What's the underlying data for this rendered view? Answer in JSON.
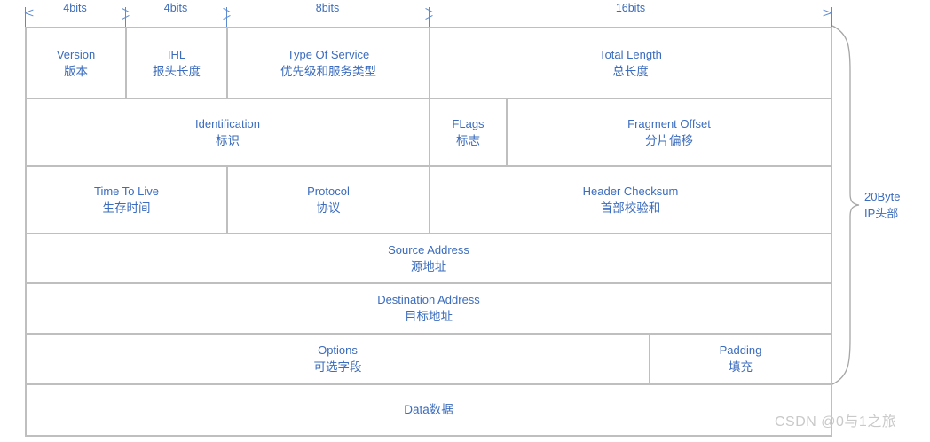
{
  "ruler": {
    "segments": [
      {
        "label": "4bits",
        "bits": 4
      },
      {
        "label": "4bits",
        "bits": 4
      },
      {
        "label": "8bits",
        "bits": 8
      },
      {
        "label": "16bits",
        "bits": 16
      }
    ]
  },
  "colors": {
    "text_blue": "#3b6cbd",
    "line_blue": "#5b8ad0",
    "border_gray": "#bfbfbf",
    "watermark_gray": "#c9c9c9"
  },
  "table": {
    "rows": [
      {
        "name": "row-1",
        "cells": [
          {
            "en": "Version",
            "zh": "版本"
          },
          {
            "en": "IHL",
            "zh": "报头长度"
          },
          {
            "en": "Type Of Service",
            "zh": "优先级和服务类型"
          },
          {
            "en": "Total Length",
            "zh": "总长度"
          }
        ]
      },
      {
        "name": "row-2",
        "cells": [
          {
            "en": "Identification",
            "zh": "标识"
          },
          {
            "en": "FLags",
            "zh": "标志"
          },
          {
            "en": "Fragment Offset",
            "zh": "分片偏移"
          }
        ]
      },
      {
        "name": "row-3",
        "cells": [
          {
            "en": "Time To Live",
            "zh": "生存时间"
          },
          {
            "en": "Protocol",
            "zh": "协议"
          },
          {
            "en": "Header Checksum",
            "zh": "首部校验和"
          }
        ]
      },
      {
        "name": "row-4",
        "cells": [
          {
            "en": "Source Address",
            "zh": "源地址"
          }
        ]
      },
      {
        "name": "row-5",
        "cells": [
          {
            "en": "Destination Address",
            "zh": "目标地址"
          }
        ]
      },
      {
        "name": "row-6",
        "cells": [
          {
            "en": "Options",
            "zh": "可选字段"
          },
          {
            "en": "Padding",
            "zh": "填充"
          }
        ]
      },
      {
        "name": "row-7",
        "cells": [
          {
            "single": "Data数据"
          }
        ]
      }
    ]
  },
  "brace": {
    "line1": "20Byte",
    "line2": "IP头部"
  },
  "watermark": {
    "text": "CSDN @0与1之旅"
  }
}
